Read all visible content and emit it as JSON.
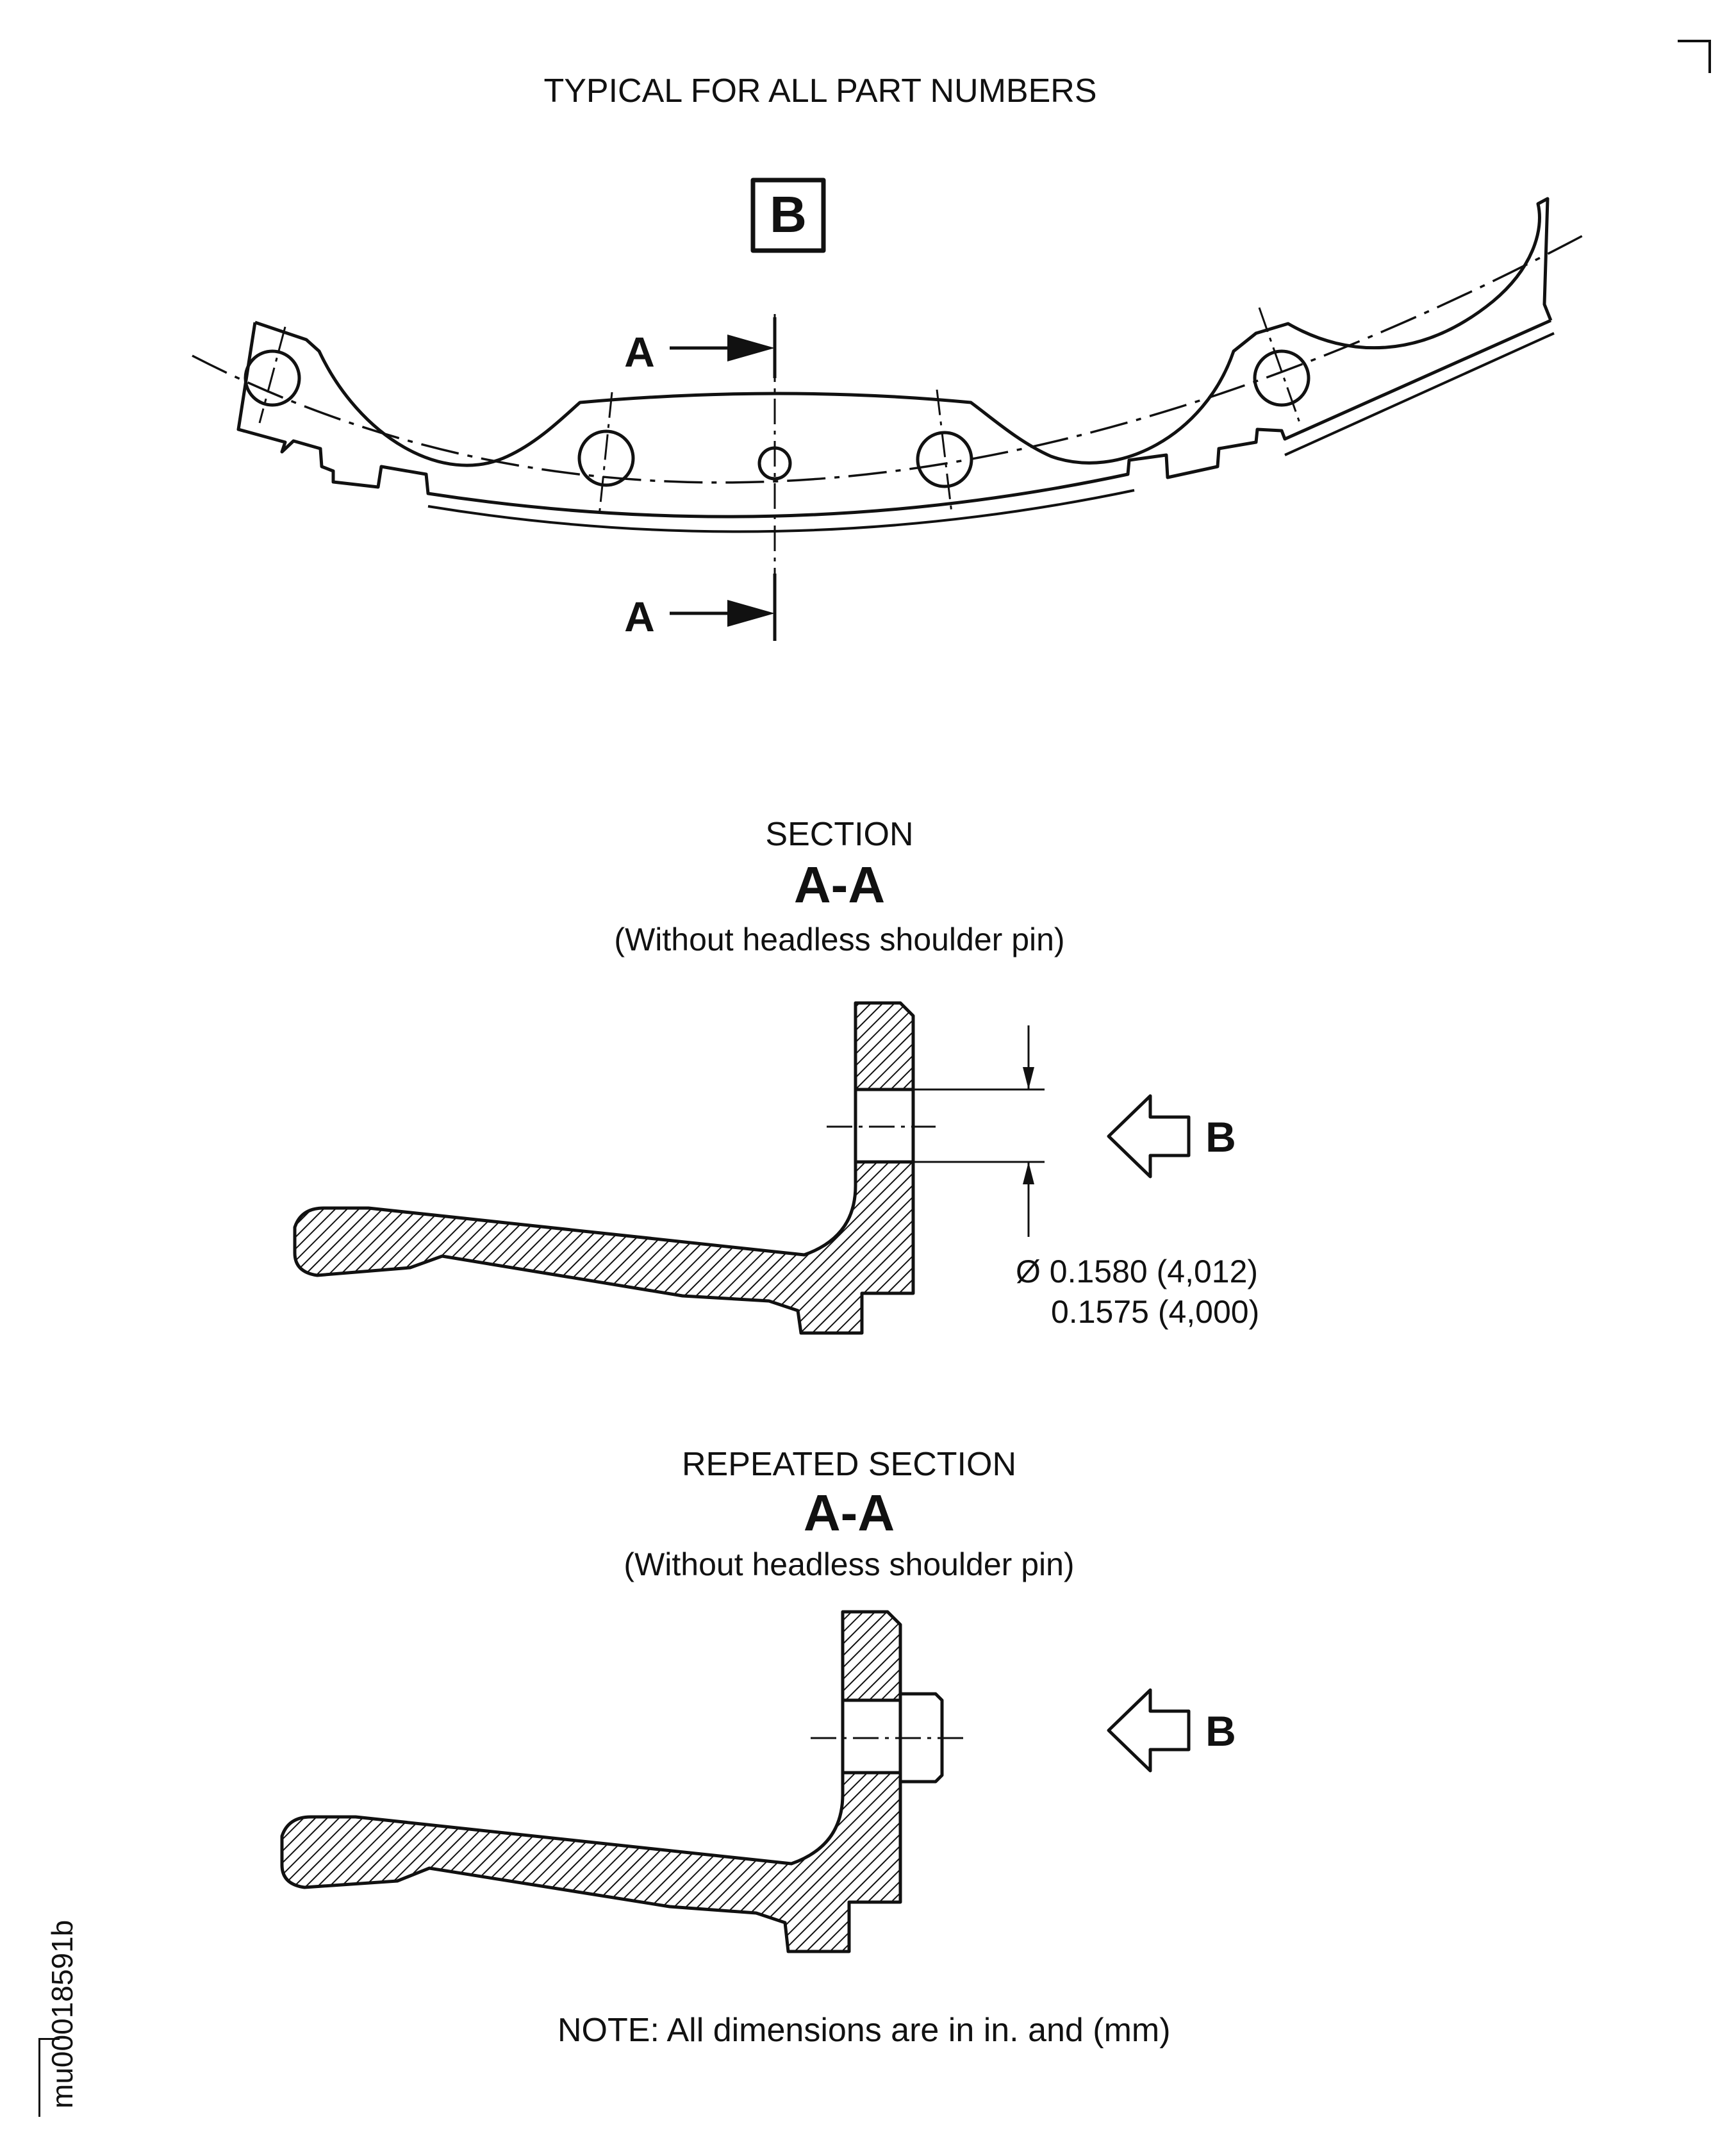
{
  "page": {
    "title": "TYPICAL FOR ALL PART NUMBERS",
    "view_label": "B",
    "section_cut_label": "A"
  },
  "section1": {
    "heading": "SECTION",
    "name": "A-A",
    "subtitle": "(Without headless shoulder pin)",
    "view_arrow_label": "B",
    "dimension": {
      "line1": "Ø 0.1580 (4,012)",
      "line2": "0.1575 (4,000)"
    }
  },
  "section2": {
    "heading": "REPEATED SECTION",
    "name": "A-A",
    "subtitle": "(Without headless shoulder pin)",
    "view_arrow_label": "B"
  },
  "note": "NOTE: All dimensions are in in. and (mm)",
  "figure_code": "mu00018591b",
  "colors": {
    "ink": "#111111",
    "paper": "#ffffff"
  }
}
